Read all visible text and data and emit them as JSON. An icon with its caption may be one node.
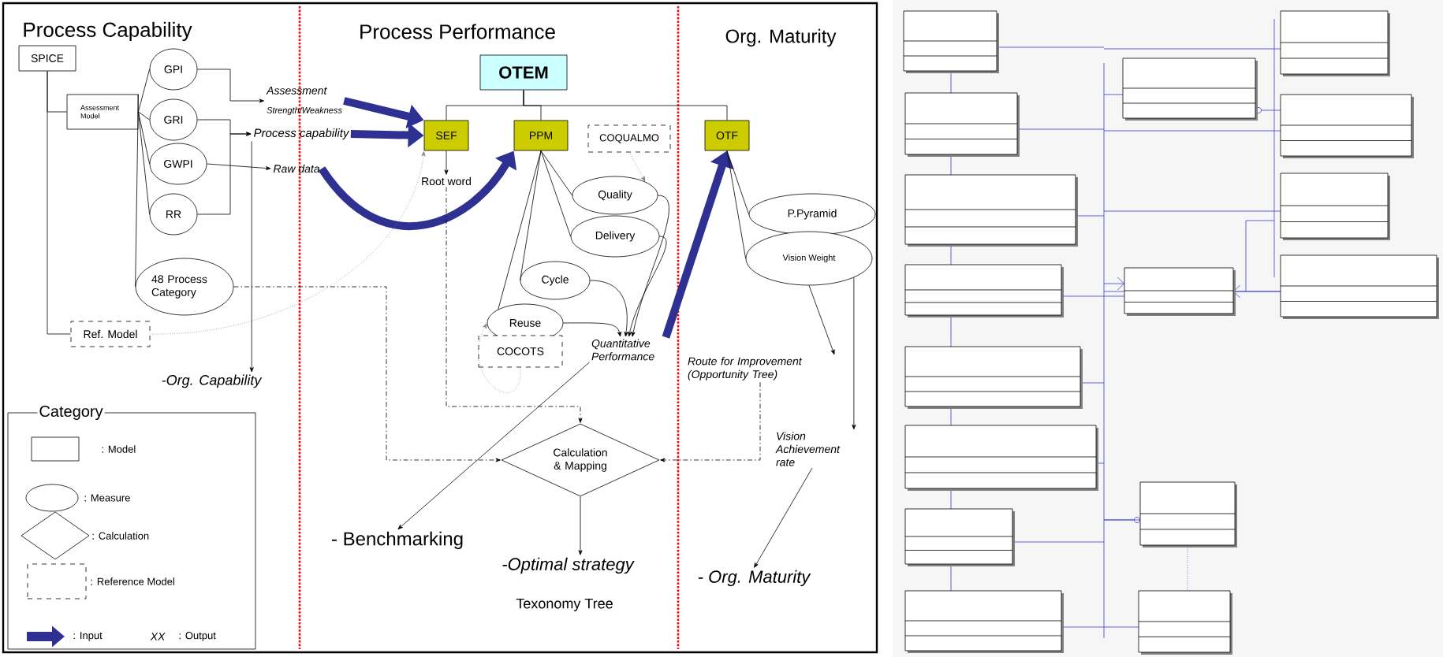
{
  "diagram": {
    "nodes": [
      {
        "text": [
          "SPICE"
        ]
      },
      {
        "text": [
          "Assessment Model"
        ]
      },
      {
        "text": [
          "GPI"
        ]
      },
      {
        "text": [
          "GRI"
        ]
      },
      {
        "text": [
          "GWPI"
        ]
      },
      {
        "text": [
          "RR"
        ]
      },
      {
        "text": [
          "48 Process Category"
        ]
      },
      {
        "text": [
          "Ref. Model"
        ]
      },
      {
        "text": [
          "Assessment",
          "Strength/Weakness"
        ]
      },
      {
        "text": [
          "Process capability"
        ]
      },
      {
        "text": [
          "Raw data"
        ]
      },
      {
        "text": [
          "-Org. Capability"
        ]
      },
      {
        "text": [
          "OTEM"
        ]
      },
      {
        "text": [
          "SEF"
        ]
      },
      {
        "text": [
          "PPM"
        ]
      },
      {
        "text": [
          "COQUALMO"
        ]
      },
      {
        "text": [
          "OTF"
        ]
      },
      {
        "text": [
          "Root word"
        ]
      },
      {
        "text": [
          "Quality"
        ]
      },
      {
        "text": [
          "Delivery"
        ]
      },
      {
        "text": [
          "Cycle"
        ]
      },
      {
        "text": [
          "Reuse"
        ]
      },
      {
        "text": [
          "COCOTS"
        ]
      },
      {
        "text": [
          "Quantitative Performance"
        ]
      },
      {
        "text": [
          "P.Pyramid"
        ]
      },
      {
        "text": [
          "Vision Weight"
        ]
      },
      {
        "text": [
          "Route for Improvement (Opportunity Tree)"
        ]
      },
      {
        "text": [
          "Vision Achievement rate"
        ]
      },
      {
        "text": [
          "Calculation & Mapping"
        ]
      },
      {
        "text": [
          "- Benchmarking"
        ]
      },
      {
        "text": [
          "-Optimal strategy"
        ]
      },
      {
        "text": [
          "- Org. Maturity"
        ]
      }
    ],
    "edges": [
      {
        "from": 0,
        "to": 1,
        "arrow": "none"
      },
      {
        "from": 0,
        "to": 7,
        "arrow": "none"
      },
      {
        "from": 1,
        "to": 2,
        "arrow": "none"
      },
      {
        "from": 1,
        "to": 3,
        "arrow": "none"
      },
      {
        "from": 1,
        "to": 4,
        "arrow": "none"
      },
      {
        "from": 1,
        "to": 5,
        "arrow": "none"
      },
      {
        "from": 1,
        "to": 6,
        "arrow": "none"
      },
      {
        "from": 2,
        "to": 8,
        "arrow": "to"
      },
      {
        "from": 3,
        "to": 9,
        "arrow": "to"
      },
      {
        "from": 4,
        "to": 10,
        "arrow": "to"
      },
      {
        "from": 5,
        "to": 9,
        "arrow": "to"
      },
      {
        "from": 9,
        "to": 11,
        "arrow": "to"
      },
      {
        "from": 8,
        "to": 13,
        "arrow": "to",
        "style": "thick",
        "color": "#2e3192"
      },
      {
        "from": 9,
        "to": 13,
        "arrow": "to",
        "style": "thick",
        "color": "#2e3192"
      },
      {
        "from": 10,
        "to": 14,
        "arrow": "to",
        "style": "thick",
        "color": "#2e3192"
      },
      {
        "from": 23,
        "to": 16,
        "arrow": "to",
        "style": "thick",
        "color": "#2e3192"
      },
      {
        "from": 7,
        "to": 13,
        "arrow": "to",
        "style": "dashed",
        "color": "#808080"
      },
      {
        "from": 6,
        "to": 28,
        "arrow": "to",
        "style": "dashed"
      },
      {
        "from": 12,
        "to": 13,
        "arrow": "none"
      },
      {
        "from": 12,
        "to": 14,
        "arrow": "none"
      },
      {
        "from": 12,
        "to": 16,
        "arrow": "none"
      },
      {
        "from": 13,
        "to": 17,
        "arrow": "to"
      },
      {
        "from": 14,
        "to": 18,
        "arrow": "none"
      },
      {
        "from": 14,
        "to": 19,
        "arrow": "none"
      },
      {
        "from": 14,
        "to": 20,
        "arrow": "none"
      },
      {
        "from": 14,
        "to": 21,
        "arrow": "none"
      },
      {
        "from": 18,
        "to": 23,
        "arrow": "to"
      },
      {
        "from": 19,
        "to": 23,
        "arrow": "to"
      },
      {
        "from": 20,
        "to": 23,
        "arrow": "to"
      },
      {
        "from": 21,
        "to": 23,
        "arrow": "to"
      },
      {
        "from": 15,
        "to": 18,
        "arrow": "to",
        "style": "dashed",
        "color": "#808080"
      },
      {
        "from": 22,
        "to": 21,
        "arrow": "to",
        "style": "dashed",
        "color": "#808080"
      },
      {
        "from": 17,
        "to": 28,
        "arrow": "to",
        "style": "dashed"
      },
      {
        "from": 26,
        "to": 28,
        "arrow": "to",
        "style": "dashed"
      },
      {
        "from": 28,
        "to": 30,
        "arrow": "to"
      },
      {
        "from": 23,
        "to": 29,
        "arrow": "to"
      },
      {
        "from": 16,
        "to": 24,
        "arrow": "none"
      },
      {
        "from": 16,
        "to": 25,
        "arrow": "none"
      },
      {
        "from": 25,
        "to": 26,
        "arrow": "to"
      },
      {
        "from": 25,
        "to": 27,
        "arrow": "to"
      },
      {
        "from": 27,
        "to": 31,
        "arrow": "to"
      }
    ],
    "labels": [
      "Process Capability",
      "Process Performance",
      "Org. Maturity",
      "Category",
      "XX",
      "Texonomy Tree"
    ],
    "legend": [
      {
        "text": ": Model"
      },
      {
        "text": ": Measure"
      },
      {
        "text": ": Calculation"
      },
      {
        "text": ": Reference Model"
      },
      {
        "text": ": Input"
      },
      {
        "text": ": Output"
      }
    ]
  }
}
